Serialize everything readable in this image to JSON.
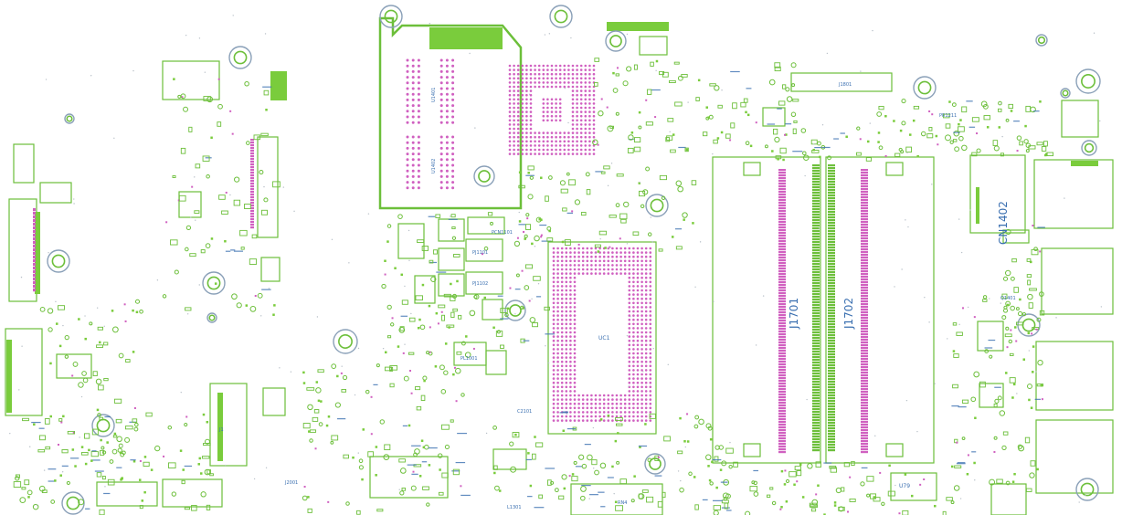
{
  "colors": {
    "outline": "#6cbf3a",
    "pad": "#d060c0",
    "fill": "#7acc3c",
    "hole": "#8aa0b8",
    "text": "#3a6fb0",
    "background": "#ffffff"
  },
  "labels": {
    "slot_left": "J1701",
    "slot_right": "J1702",
    "cpu": "UC1",
    "conn_right": "CN1402",
    "conn_bottom_left": "J1",
    "mem_top": "U1401",
    "mem_mid": "U1402",
    "pwr_a": "PJ1101",
    "pwr_b": "PJ1102",
    "pwr_c": "PL1001",
    "bottom_ic": "U79",
    "top_conn": "J1801",
    "hdr_a": "PCN1101",
    "hdr_b": "J2001",
    "bottom_r": "RN4",
    "bottom_c": "C2101",
    "bottom_l": "L1301",
    "top_r": "PR1211",
    "mid_l": "Q1401"
  }
}
